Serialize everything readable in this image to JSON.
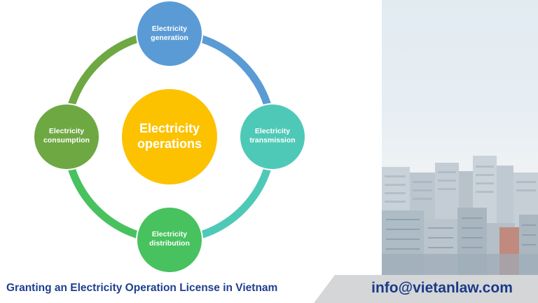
{
  "diagram": {
    "center": {
      "label": "Electricity\noperations",
      "color": "#fcc200"
    },
    "nodes": [
      {
        "id": "generation",
        "label": "Electricity\ngeneration",
        "color": "#5b9bd5"
      },
      {
        "id": "transmission",
        "label": "Electricity\ntransmission",
        "color": "#4fc9b7"
      },
      {
        "id": "distribution",
        "label": "Electricity\ndistribution",
        "color": "#48c25f"
      },
      {
        "id": "consumption",
        "label": "Electricity\nconsumption",
        "color": "#6ea843"
      }
    ],
    "arcs": [
      {
        "from": "generation",
        "to": "transmission",
        "color": "#5b9bd5"
      },
      {
        "from": "transmission",
        "to": "distribution",
        "color": "#4fc9b7"
      },
      {
        "from": "distribution",
        "to": "consumption",
        "color": "#48c25f"
      },
      {
        "from": "consumption",
        "to": "generation",
        "color": "#6ea843"
      }
    ]
  },
  "footer": {
    "title": "Granting an Electricity Operation License in Vietnam",
    "email": "info@vietanlaw.com",
    "title_color": "#1f3f8f",
    "email_color": "#1b3a86"
  },
  "photo": {
    "subject": "city skyline"
  }
}
